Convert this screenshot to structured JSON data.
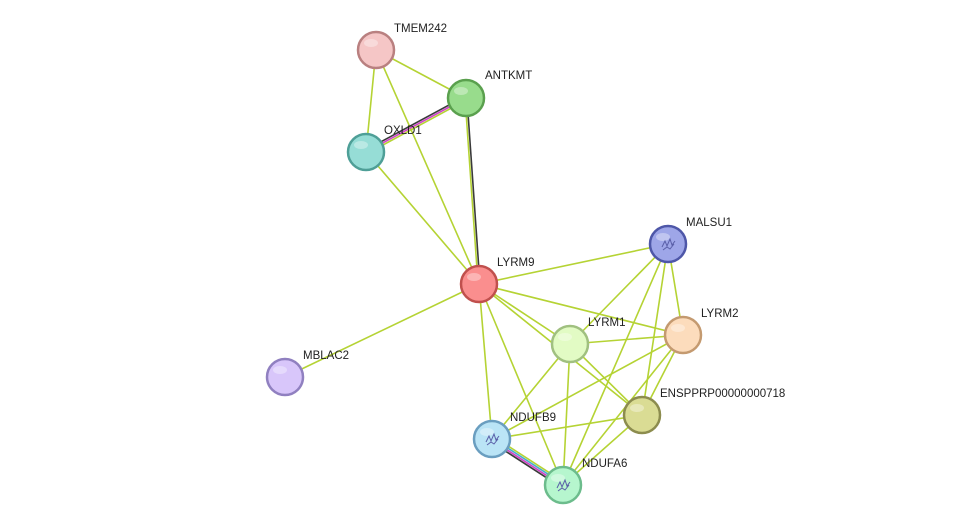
{
  "network": {
    "nodes": [
      {
        "id": "TMEM242",
        "label": "TMEM242",
        "color": "#f5c6c6",
        "stroke": "#b98080",
        "icon": "plain"
      },
      {
        "id": "ANTKMT",
        "label": "ANTKMT",
        "color": "#98dc8c",
        "stroke": "#5aa04e",
        "icon": "plain"
      },
      {
        "id": "OXLD1",
        "label": "OXLD1",
        "color": "#96ddd6",
        "stroke": "#4e9f97",
        "icon": "plain"
      },
      {
        "id": "LYRM9",
        "label": "LYRM9",
        "color": "#fa8e8e",
        "stroke": "#c0504d",
        "icon": "plain"
      },
      {
        "id": "MALSU1",
        "label": "MALSU1",
        "color": "#9ea6e8",
        "stroke": "#4e57a8",
        "icon": "structure"
      },
      {
        "id": "LYRM1",
        "label": "LYRM1",
        "color": "#e2fbc4",
        "stroke": "#a0c080",
        "icon": "plain"
      },
      {
        "id": "LYRM2",
        "label": "LYRM2",
        "color": "#fcdcbc",
        "stroke": "#c49a70",
        "icon": "plain"
      },
      {
        "id": "MBLAC2",
        "label": "MBLAC2",
        "color": "#d8c6fa",
        "stroke": "#9080c0",
        "icon": "plain"
      },
      {
        "id": "ENSPPRP00000000718",
        "label": "ENSPPRP00000000718",
        "color": "#dadc94",
        "stroke": "#8c8c4e",
        "icon": "plain"
      },
      {
        "id": "NDUFB9",
        "label": "NDUFB9",
        "color": "#bae4f6",
        "stroke": "#6a9ec0",
        "icon": "structure"
      },
      {
        "id": "NDUFA6",
        "label": "NDUFA6",
        "color": "#b6f6ce",
        "stroke": "#6cbc8c",
        "icon": "structure"
      }
    ],
    "edges": [
      {
        "source": "TMEM242",
        "target": "ANTKMT",
        "colors": [
          "#b5d334"
        ]
      },
      {
        "source": "TMEM242",
        "target": "OXLD1",
        "colors": [
          "#b5d334"
        ]
      },
      {
        "source": "TMEM242",
        "target": "LYRM9",
        "colors": [
          "#b5d334"
        ]
      },
      {
        "source": "ANTKMT",
        "target": "OXLD1",
        "colors": [
          "#b5d334",
          "#d042c8",
          "#3a3a3a"
        ]
      },
      {
        "source": "ANTKMT",
        "target": "LYRM9",
        "colors": [
          "#3a3a3a",
          "#b5d334"
        ]
      },
      {
        "source": "OXLD1",
        "target": "LYRM9",
        "colors": [
          "#b5d334"
        ]
      },
      {
        "source": "LYRM9",
        "target": "MALSU1",
        "colors": [
          "#b5d334"
        ]
      },
      {
        "source": "LYRM9",
        "target": "LYRM1",
        "colors": [
          "#b5d334"
        ]
      },
      {
        "source": "LYRM9",
        "target": "LYRM2",
        "colors": [
          "#b5d334"
        ]
      },
      {
        "source": "LYRM9",
        "target": "ENSPPRP00000000718",
        "colors": [
          "#b5d334"
        ]
      },
      {
        "source": "LYRM9",
        "target": "NDUFB9",
        "colors": [
          "#b5d334"
        ]
      },
      {
        "source": "LYRM9",
        "target": "NDUFA6",
        "colors": [
          "#b5d334"
        ]
      },
      {
        "source": "LYRM9",
        "target": "MBLAC2",
        "colors": [
          "#b5d334"
        ]
      },
      {
        "source": "MALSU1",
        "target": "LYRM1",
        "colors": [
          "#b5d334"
        ]
      },
      {
        "source": "MALSU1",
        "target": "LYRM2",
        "colors": [
          "#b5d334"
        ]
      },
      {
        "source": "MALSU1",
        "target": "ENSPPRP00000000718",
        "colors": [
          "#b5d334"
        ]
      },
      {
        "source": "MALSU1",
        "target": "NDUFA6",
        "colors": [
          "#b5d334"
        ]
      },
      {
        "source": "LYRM1",
        "target": "LYRM2",
        "colors": [
          "#b5d334"
        ]
      },
      {
        "source": "LYRM1",
        "target": "ENSPPRP00000000718",
        "colors": [
          "#b5d334"
        ]
      },
      {
        "source": "LYRM1",
        "target": "NDUFB9",
        "colors": [
          "#b5d334"
        ]
      },
      {
        "source": "LYRM1",
        "target": "NDUFA6",
        "colors": [
          "#b5d334"
        ]
      },
      {
        "source": "LYRM2",
        "target": "ENSPPRP00000000718",
        "colors": [
          "#b5d334"
        ]
      },
      {
        "source": "LYRM2",
        "target": "NDUFB9",
        "colors": [
          "#b5d334"
        ]
      },
      {
        "source": "LYRM2",
        "target": "NDUFA6",
        "colors": [
          "#b5d334"
        ]
      },
      {
        "source": "ENSPPRP00000000718",
        "target": "NDUFB9",
        "colors": [
          "#b5d334"
        ]
      },
      {
        "source": "ENSPPRP00000000718",
        "target": "NDUFA6",
        "colors": [
          "#b5d334"
        ]
      },
      {
        "source": "NDUFB9",
        "target": "NDUFA6",
        "colors": [
          "#b5d334",
          "#45b0c8",
          "#d042c8",
          "#3a3a3a"
        ]
      }
    ]
  }
}
